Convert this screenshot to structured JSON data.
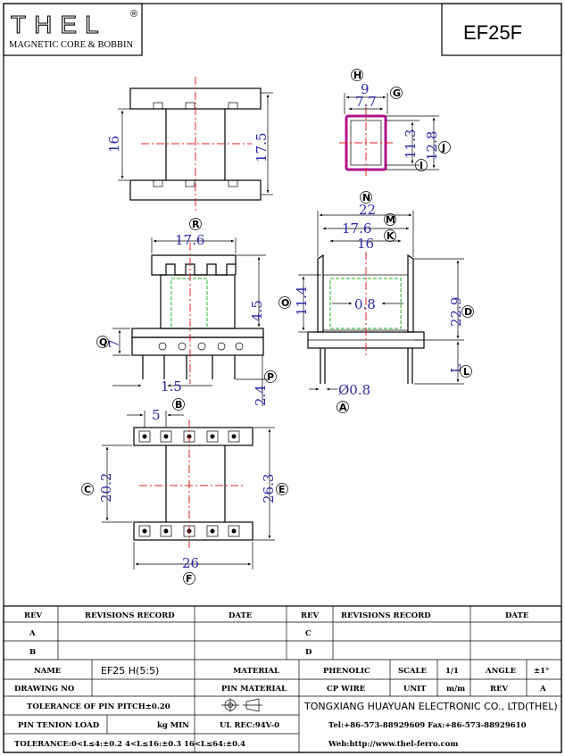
{
  "header": {
    "brand": "THEL",
    "registered": "®",
    "company_sub": "MAGNETIC CORE & BOBBIN",
    "model": "EF25F"
  },
  "dims": {
    "h9": "9",
    "h77": "7.7",
    "v113": "11.3",
    "v128": "12.8",
    "v16": "16",
    "v175": "17.5",
    "w176": "17.6",
    "v45": "4.5",
    "v7": "7",
    "w15": "1.5",
    "v24": "2.4",
    "w22": "22",
    "w176b": "17.6",
    "w16": "16",
    "v114": "11.4",
    "w08": "0.8",
    "v229": "22.9",
    "vL": "L",
    "d08": "Ø0.8",
    "w5": "5",
    "v202": "20.2",
    "v263": "26.3",
    "w26": "26"
  },
  "callouts": {
    "H": "H",
    "G": "G",
    "I": "I",
    "J": "J",
    "R": "R",
    "N": "N",
    "M": "M",
    "K": "K",
    "O": "O",
    "D": "D",
    "Q": "Q",
    "P": "P",
    "L": "L",
    "A": "A",
    "B": "B",
    "C": "C",
    "E": "E",
    "F": "F"
  },
  "title_block": {
    "rev_hdr": "REV",
    "rec_hdr": "REVISIONS RECORD",
    "date_hdr": "DATE",
    "rev_hdr2": "REV",
    "rec_hdr2": "REVISIONS RECORD",
    "date_hdr2": "DATE",
    "rev_a": "A",
    "rev_b": "B",
    "rev_c": "C",
    "rev_d": "D",
    "name_lbl": "NAME",
    "name_val": "EF25 H(5:5)",
    "material_lbl": "MATERIAL",
    "material_val": "PHENOLIC",
    "scale_lbl": "SCALE",
    "scale_val": "1/1",
    "angle_lbl": "ANGLE",
    "angle_val": "±1°",
    "drawing_lbl": "DRAWING NO",
    "pin_mat_lbl": "PIN MATERIAL",
    "pin_mat_val": "CP WIRE",
    "unit_lbl": "UNIT",
    "unit_val": "m/m",
    "rev_lbl": "REV",
    "rev_val": "A",
    "pitch_tol": "TOLERANCE OF PIN PITCH±0.20",
    "company": "TONGXIANG HUAYUAN ELECTRONIC CO., LTD.",
    "company_code": "(THEL)",
    "pin_load": "PIN TENION LOAD",
    "kg": "kg MIN",
    "ul": "UL REC:94V-0",
    "tel": "Tel:+86-573-88929609 Fax:+86-573-88929610",
    "tolerance": "TOLERANCE:0<L≤4:±0.2  4<L≤16:±0.3  16<L≤64:±0.4",
    "web": "Web:http://www.thel-ferro.com"
  },
  "colors": {
    "dimension": "#2a2aa8",
    "centerline": "#e02020",
    "hidden": "#19b319",
    "pin_box": "#b0148c"
  }
}
